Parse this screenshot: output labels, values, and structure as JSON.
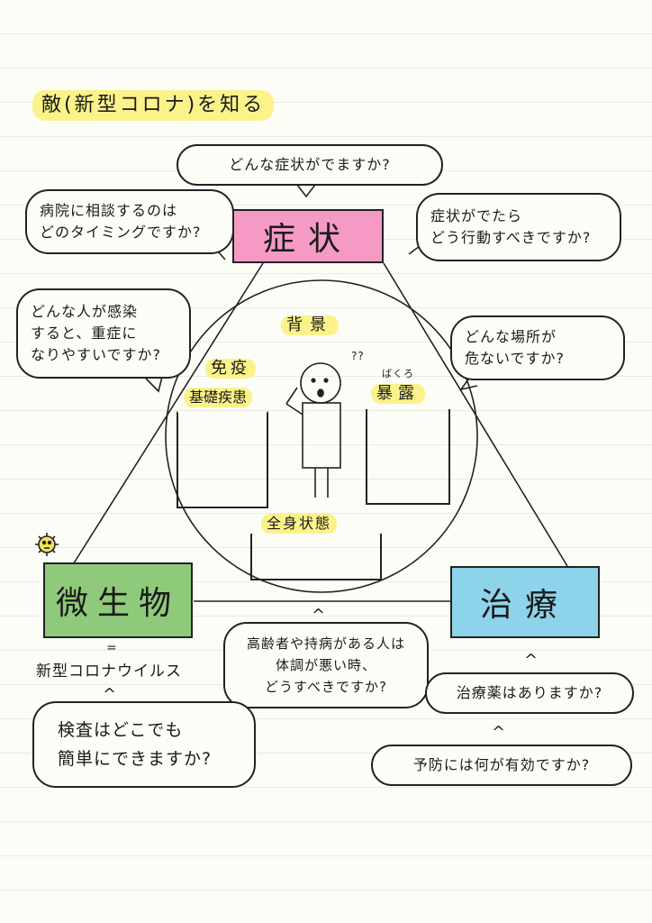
{
  "title": "敵(新型コロナ)を知る",
  "nodes": {
    "symptom": "症状",
    "microbe": "微生物",
    "treatment": "治療"
  },
  "center": {
    "background": "背景",
    "immunity": "免疫",
    "underlying": "基礎疾患",
    "exposure_ruby": "ばくろ",
    "exposure": "暴露",
    "general": "全身状態",
    "qmarks": "??"
  },
  "questions": {
    "top": "どんな症状がでますか?",
    "hospital": [
      "病院に相談するのは",
      "どのタイミングですか?"
    ],
    "action": [
      "症状がでたら",
      "どう行動すべきですか?"
    ],
    "who": [
      "どんな人が感染",
      "すると、重症に",
      "なりやすいですか?"
    ],
    "place": [
      "どんな場所が",
      "危ないですか?"
    ],
    "elderly": [
      "高齢者や持病がある人は",
      "体調が悪い時、",
      "どうすべきですか?"
    ],
    "test": [
      "検査はどこでも",
      "簡単にできますか?"
    ],
    "medicine": "治療薬はありますか?",
    "prevention": "予防には何が有効ですか?"
  },
  "microbe_note": {
    "equals": "=",
    "name": "新型コロナウイルス"
  },
  "colors": {
    "symptom_fill": "#f59ac4",
    "microbe_fill": "#8fca7a",
    "treatment_fill": "#8dd3ea",
    "highlight": "#fbf38a"
  },
  "icons": {
    "virus": "virus-icon",
    "person": "person-icon"
  }
}
